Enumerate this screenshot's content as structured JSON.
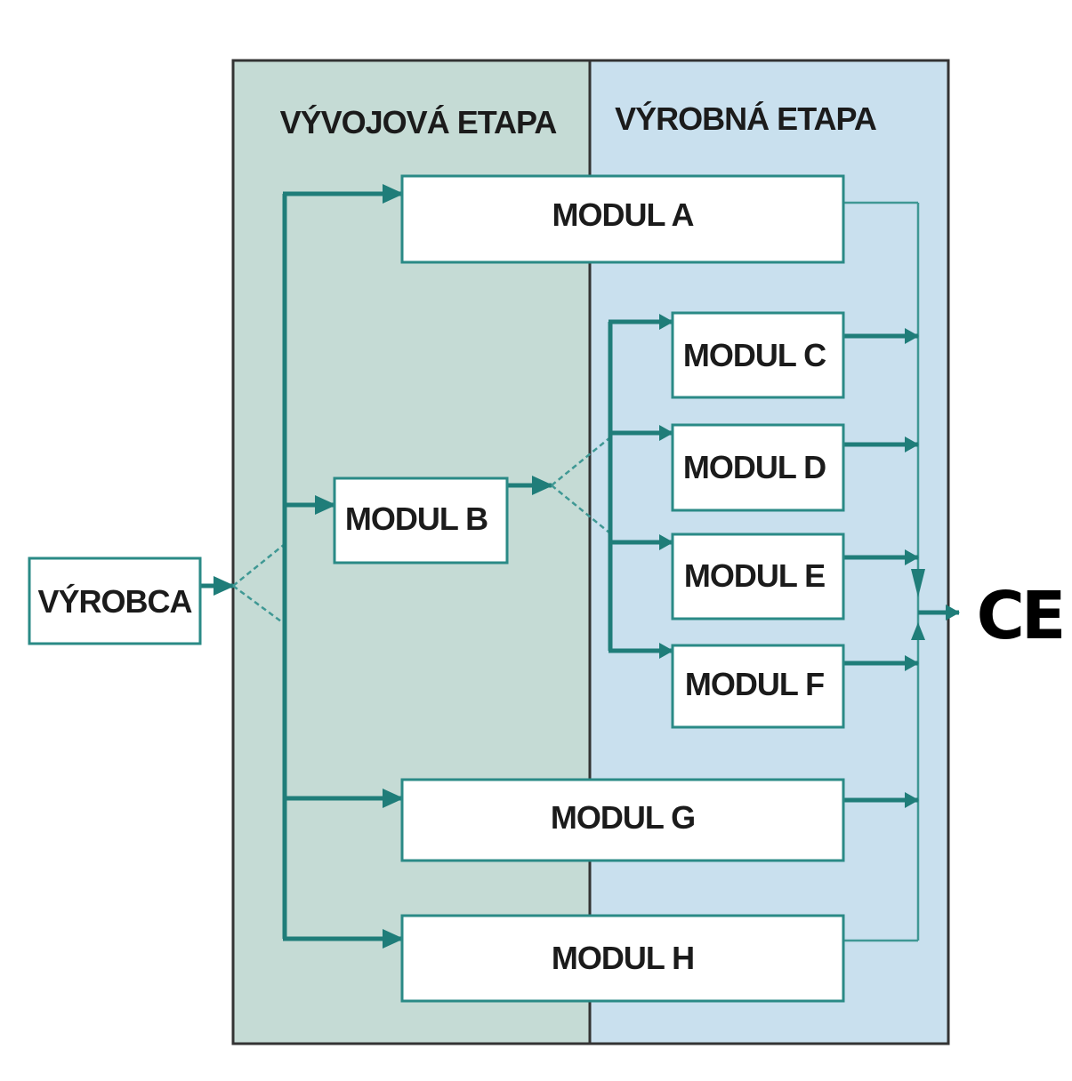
{
  "phases": {
    "development": {
      "label": "VÝVOJOVÁ ETAPA",
      "color": "#c5dbd5"
    },
    "production": {
      "label": "VÝROBNÁ  ETAPA",
      "color": "#c9e0ee"
    }
  },
  "manufacturer": {
    "label": "VÝROBCA"
  },
  "modules": {
    "a": {
      "label": "MODUL  A"
    },
    "b": {
      "label": "MODUL  B"
    },
    "c": {
      "label": "MODUL  C"
    },
    "d": {
      "label": "MODUL  D"
    },
    "e": {
      "label": "MODUL  E"
    },
    "f": {
      "label": "MODUL  F"
    },
    "g": {
      "label": "MODUL  G"
    },
    "h": {
      "label": "MODUL  H"
    }
  },
  "ce_mark": {
    "label": "CE",
    "icon": "ce-marking-icon"
  },
  "colors": {
    "flow": "#1f7d79",
    "box_border": "#2a8a86"
  }
}
